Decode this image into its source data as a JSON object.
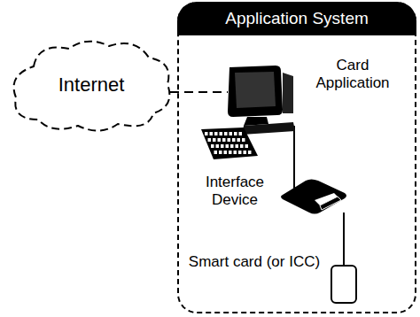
{
  "diagram": {
    "nodes": [
      {
        "text": [
          "Internet"
        ]
      },
      {
        "text": [
          "Application System"
        ]
      },
      {
        "text": [
          "Card Application"
        ],
        "in": 1
      },
      {
        "text": [
          "Interface Device"
        ],
        "in": 1
      },
      {
        "text": [
          "Smart card (or ICC)"
        ],
        "in": 1
      }
    ],
    "edges": [
      {
        "from": 0,
        "to": 2,
        "arrow": "none"
      },
      {
        "from": 2,
        "to": 3,
        "arrow": "none"
      },
      {
        "from": 3,
        "to": 4,
        "arrow": "none"
      }
    ]
  }
}
